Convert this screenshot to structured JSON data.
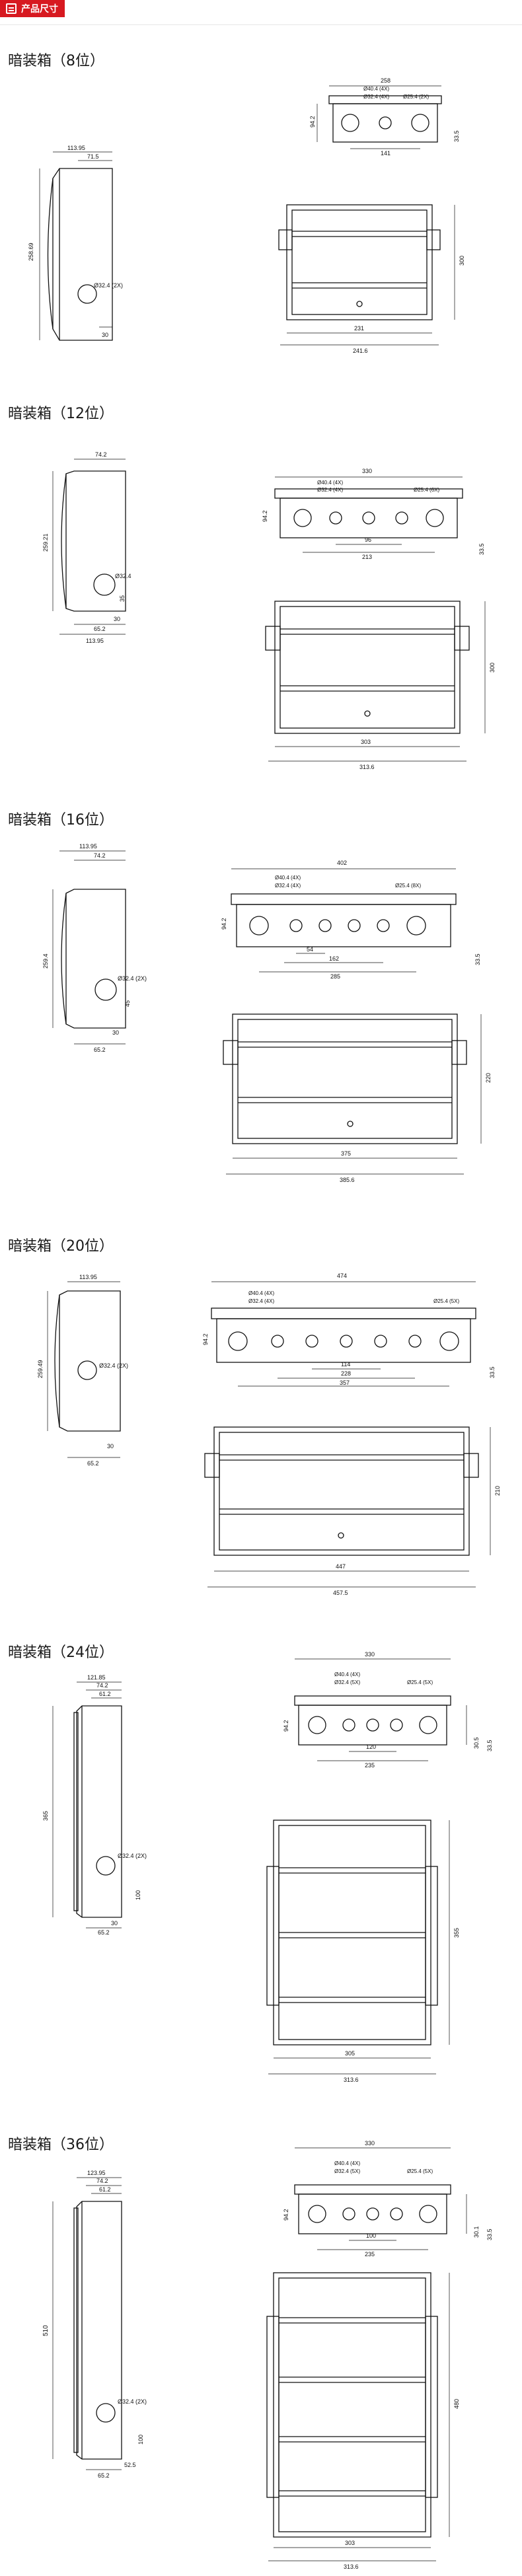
{
  "header": {
    "title": "产品尺寸"
  },
  "sections": [
    {
      "title": "暗装箱（8位）",
      "side": {
        "d_top": "113.95",
        "d_inner": "71.5",
        "height": "258.69",
        "hole": "Ø32.4 (2X)",
        "d_bottom": "30"
      },
      "front": {
        "width": "258",
        "holes": [
          "Ø40.4 (4X)",
          "Ø32.4 (4X)",
          "Ø25.4 (2X)"
        ],
        "depth": "94.2",
        "spacing": "141",
        "edge": "33.5"
      },
      "interior": {
        "height": "300",
        "inner_width": "231",
        "outer_width": "241.6"
      }
    },
    {
      "title": "暗装箱（12位）",
      "side": {
        "d_top": "74.2",
        "d_inner": "",
        "height": "259.21",
        "hole": "Ø32.4",
        "d_bottom": "65.2",
        "d_extra": "30",
        "d_outer": "113.95",
        "d_hole": "35"
      },
      "front": {
        "width": "330",
        "holes": [
          "Ø40.4 (4X)",
          "Ø32.4 (4X)",
          "Ø25.4 (6X)"
        ],
        "depth": "94.2",
        "spacing": "96",
        "spacing2": "213",
        "edge": "33.5"
      },
      "interior": {
        "height": "300",
        "inner_width": "303",
        "outer_width": "313.6"
      }
    },
    {
      "title": "暗装箱（16位）",
      "side": {
        "d_top": "113.95",
        "d_inner": "74.2",
        "height": "259.4",
        "hole": "Ø32.4 (2X)",
        "d_bottom": "65.2",
        "d_extra": "30",
        "d_hole": "45"
      },
      "front": {
        "width": "402",
        "holes": [
          "Ø40.4 (4X)",
          "Ø32.4 (4X)",
          "Ø25.4 (8X)"
        ],
        "depth": "94.2",
        "spacing": "54",
        "spacing2": "162",
        "spacing3": "285",
        "edge": "33.5"
      },
      "interior": {
        "height": "220",
        "inner_width": "375",
        "outer_width": "385.6"
      }
    },
    {
      "title": "暗装箱（20位）",
      "side": {
        "d_top": "113.95",
        "d_inner": "",
        "height": "259.49",
        "hole": "Ø32.4 (2X)",
        "d_bottom": "65.2",
        "d_extra": "30"
      },
      "front": {
        "width": "474",
        "holes": [
          "Ø40.4 (4X)",
          "Ø32.4 (4X)",
          "Ø25.4 (5X)"
        ],
        "depth": "94.2",
        "spacing": "114",
        "spacing2": "228",
        "spacing3": "357",
        "edge": "33.5"
      },
      "interior": {
        "height": "210",
        "inner_width": "447",
        "outer_width": "457.5"
      }
    },
    {
      "title": "暗装箱（24位）",
      "side": {
        "d_top": "121.85",
        "d_inner": "74.2",
        "d_inner2": "61.2",
        "height": "365",
        "hole": "Ø32.4 (2X)",
        "d_bottom": "65.2",
        "d_extra": "30",
        "d_hole": "100"
      },
      "front": {
        "width": "330",
        "holes": [
          "Ø40.4 (4X)",
          "Ø32.4 (5X)",
          "Ø25.4 (5X)"
        ],
        "depth": "94.2",
        "spacing": "120",
        "spacing2": "235",
        "edge": "33.5",
        "edge2": "30.5"
      },
      "interior": {
        "height": "355",
        "inner_width": "305",
        "outer_width": "313.6"
      }
    },
    {
      "title": "暗装箱（36位）",
      "side": {
        "d_top": "123.95",
        "d_inner": "74.2",
        "d_inner2": "61.2",
        "height": "510",
        "hole": "Ø32.4 (2X)",
        "d_bottom": "65.2",
        "d_extra": "52.5",
        "d_hole": "100"
      },
      "front": {
        "width": "330",
        "holes": [
          "Ø40.4 (4X)",
          "Ø32.4 (5X)",
          "Ø25.4 (5X)"
        ],
        "depth": "94.2",
        "spacing": "100",
        "spacing2": "235",
        "edge": "33.5",
        "edge2": "30.1"
      },
      "interior": {
        "height": "480",
        "inner_width": "303",
        "outer_width": "313.6"
      }
    }
  ]
}
